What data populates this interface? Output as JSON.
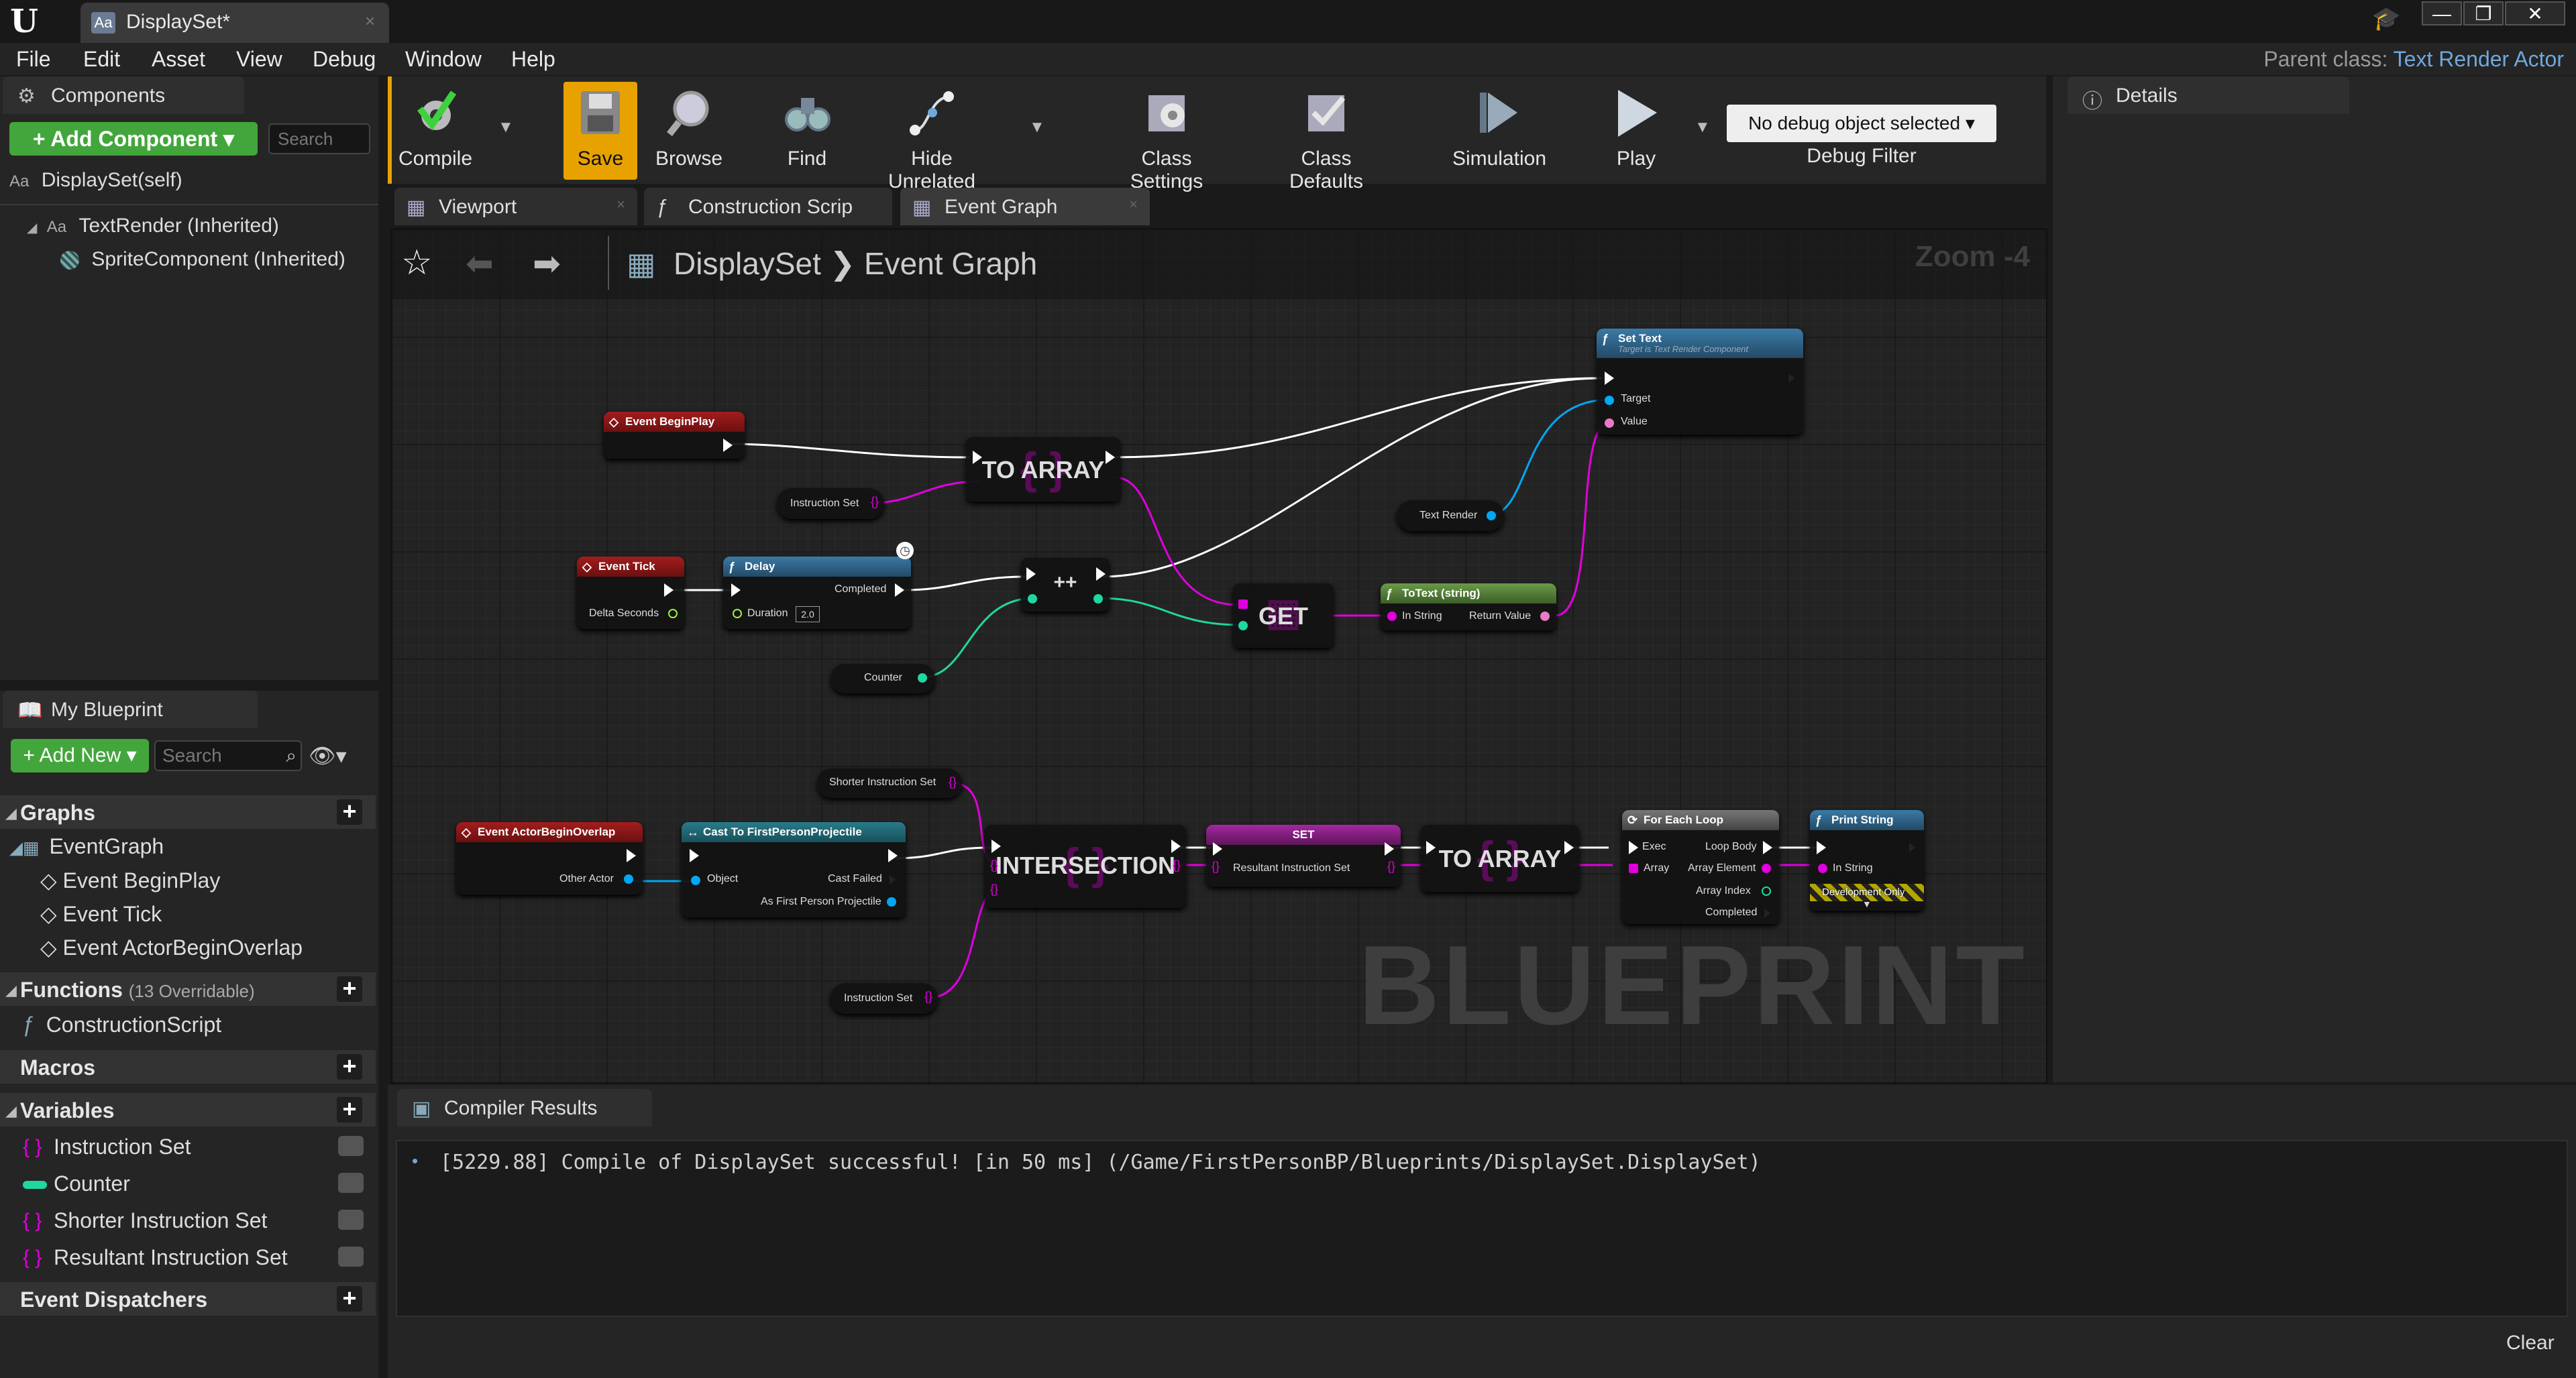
{
  "window": {
    "tab_title": "DisplaySet*",
    "tab_icon": "Aa",
    "tab_close": "×",
    "controls": [
      "—",
      "❐",
      "✕"
    ]
  },
  "menu": {
    "items": [
      "File",
      "Edit",
      "Asset",
      "View",
      "Debug",
      "Window",
      "Help"
    ],
    "parent_class_label": "Parent class:",
    "parent_class_value": "Text Render Actor"
  },
  "components": {
    "tab_label": "Components",
    "add_button": "+ Add Component ▾",
    "search_placeholder": "Search",
    "self_label": "DisplaySet(self)",
    "tree": [
      {
        "label": "TextRender (Inherited)",
        "icon": "Aa"
      },
      {
        "label": "SpriteComponent (Inherited)",
        "icon": "sprite-icon"
      }
    ]
  },
  "my_blueprint": {
    "tab_label": "My Blueprint",
    "add_new": "+ Add New ▾",
    "search_placeholder": "Search",
    "graphs_header": "Graphs",
    "event_graph": "EventGraph",
    "events": [
      "Event BeginPlay",
      "Event Tick",
      "Event ActorBeginOverlap"
    ],
    "functions_header": "Functions",
    "functions_note": "(13 Overridable)",
    "functions": [
      "ConstructionScript"
    ],
    "macros_header": "Macros",
    "variables_header": "Variables",
    "variables": [
      {
        "name": "Instruction Set",
        "icon": "{ }",
        "color": "#e000de"
      },
      {
        "name": "Counter",
        "icon": "int-pill-icon",
        "color": "#1fd7a0"
      },
      {
        "name": "Shorter Instruction Set",
        "icon": "{ }",
        "color": "#e000de"
      },
      {
        "name": "Resultant Instruction Set",
        "icon": "{ }",
        "color": "#e000de"
      }
    ],
    "dispatchers_header": "Event Dispatchers"
  },
  "toolbar": {
    "buttons": [
      "Compile",
      "Save",
      "Browse",
      "Find",
      "Hide Unrelated",
      "Class Settings",
      "Class Defaults",
      "Simulation",
      "Play"
    ],
    "debug_select": "No debug object selected ▾",
    "debug_filter": "Debug Filter"
  },
  "editor_tabs": [
    "Viewport",
    "Construction Scrip",
    "Event Graph"
  ],
  "details": {
    "tab_label": "Details"
  },
  "graph": {
    "breadcrumb_root": "DisplaySet",
    "breadcrumb_sep": "❯",
    "breadcrumb_current": "Event Graph",
    "zoom": "Zoom -4",
    "watermark": "BLUEPRINT",
    "nodes": {
      "set_text": {
        "title": "Set Text",
        "subtitle": "Target is Text Render Component",
        "pins": [
          "Target",
          "Value"
        ]
      },
      "event_begin_play": {
        "title": "Event BeginPlay"
      },
      "to_array_1": {
        "label": "TO ARRAY",
        "glyph": "{ }"
      },
      "instruction_set_1": {
        "label": "Instruction Set"
      },
      "text_render": {
        "label": "Text Render"
      },
      "event_tick": {
        "title": "Event Tick",
        "pins": [
          "Delta Seconds"
        ]
      },
      "delay": {
        "title": "Delay",
        "pins": [
          "Completed",
          "Duration"
        ],
        "duration_value": "2.0"
      },
      "increment": {
        "label": "++"
      },
      "get": {
        "label": "GET"
      },
      "to_text": {
        "title": "ToText (string)",
        "pins": [
          "In String",
          "Return Value"
        ]
      },
      "counter": {
        "label": "Counter"
      },
      "shorter_instruction_set": {
        "label": "Shorter Instruction Set"
      },
      "event_actor_begin_overlap": {
        "title": "Event ActorBeginOverlap",
        "pins": [
          "Other Actor"
        ]
      },
      "cast": {
        "title": "Cast To FirstPersonProjectile",
        "pins": [
          "Object",
          "Cast Failed",
          "As First Person Projectile"
        ]
      },
      "intersection": {
        "label": "INTERSECTION",
        "glyph": "{ }"
      },
      "set_node": {
        "title": "SET",
        "pins": [
          "Resultant Instruction Set"
        ]
      },
      "to_array_2": {
        "label": "TO ARRAY",
        "glyph": "{ }"
      },
      "for_each": {
        "title": "For Each Loop",
        "pins": [
          "Exec",
          "Loop Body",
          "Array",
          "Array Element",
          "Array Index",
          "Completed"
        ]
      },
      "print_string": {
        "title": "Print String",
        "pins": [
          "In String",
          "Development Only"
        ]
      },
      "instruction_set_2": {
        "label": "Instruction Set"
      }
    }
  },
  "compiler": {
    "tab_label": "Compiler Results",
    "message": "[5229.88] Compile of DisplaySet successful! [in 50 ms] (/Game/FirstPersonBP/Blueprints/DisplaySet.DisplaySet)",
    "clear": "Clear"
  },
  "colors": {
    "accent_blue": "#6fa8dc",
    "array_pink": "#e000de",
    "int_green": "#1fd7a0",
    "object_blue": "#00a8f4",
    "event_red": "#7a1414",
    "function_blue": "#2e6a8e",
    "pure_green": "#557c37",
    "add_green": "#43a63c",
    "save_orange": "#e8a200"
  }
}
